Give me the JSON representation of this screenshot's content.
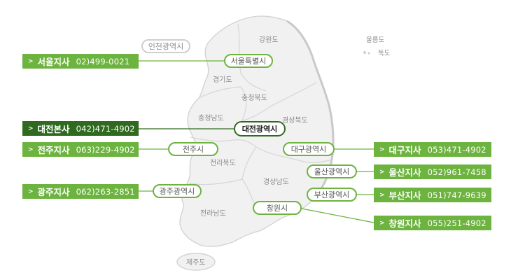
{
  "regions": {
    "incheon": "인천광역시",
    "gangwon": "강원도",
    "ulleung": "울릉도",
    "dokdo": "독도",
    "gyeonggi": "경기도",
    "chungbuk": "충청북도",
    "chungnam": "충청남도",
    "gyeongbuk": "경상북도",
    "jeonbuk": "전라북도",
    "gyeongnam": "경상남도",
    "jeonnam": "전라남도",
    "jeju": "제주도"
  },
  "cities": {
    "seoul": "서울특별시",
    "daejeon": "대전광역시",
    "jeonju": "전주시",
    "daegu": "대구광역시",
    "ulsan": "울산광역시",
    "gwangju": "광주광역시",
    "busan": "부산광역시",
    "changwon": "창원시"
  },
  "branches": {
    "seoul": {
      "name": "서울지사",
      "phone": "02)499-0021"
    },
    "daejeon": {
      "name": "대전본사",
      "phone": "042)471-4902"
    },
    "jeonju": {
      "name": "전주지사",
      "phone": "063)229-4902"
    },
    "gwangju": {
      "name": "광주지사",
      "phone": "062)263-2851"
    },
    "daegu": {
      "name": "대구지사",
      "phone": "053)471-4902"
    },
    "ulsan": {
      "name": "울산지사",
      "phone": "052)961-7458"
    },
    "busan": {
      "name": "부산지사",
      "phone": "051)747-9639"
    },
    "changwon": {
      "name": "창원지사",
      "phone": "055)251-4902"
    }
  },
  "icons": {
    "bullet": "chevron-right-icon"
  },
  "colors": {
    "branch": "#6db33f",
    "headquarters": "#2f6a1f",
    "map_fill": "#f1f1f1",
    "map_border": "#d3d3d3"
  }
}
